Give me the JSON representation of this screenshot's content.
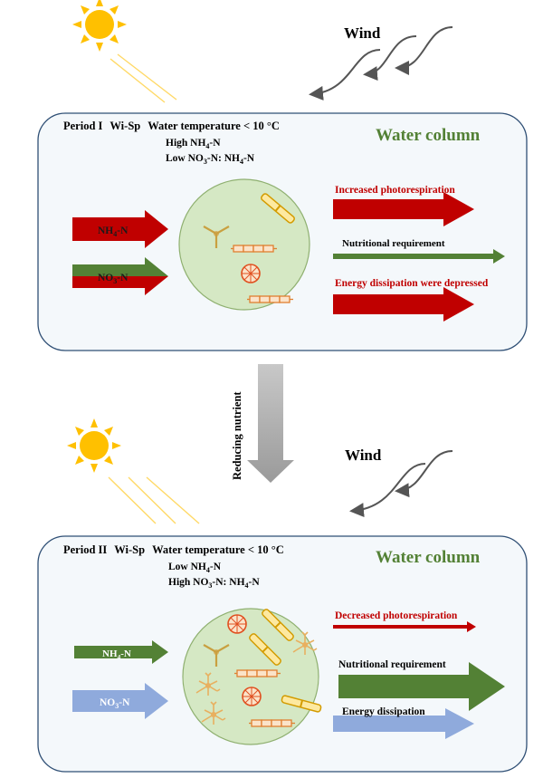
{
  "top": {
    "wind_label": "Wind",
    "period": "Period I",
    "season": "Wi-Sp",
    "temperature": "Water temperature < 10 °C",
    "cond1": {
      "pre": "High NH",
      "sub": "4",
      "post": "-N"
    },
    "cond2": {
      "pre": "Low NO",
      "sub1": "3",
      "mid": "-N: NH",
      "sub2": "4",
      "post": "-N"
    },
    "column_title": "Water column",
    "nh4_label": {
      "pre": "NH",
      "sub": "4",
      "post": "-N"
    },
    "no3_label": {
      "pre": "NO",
      "sub": "3",
      "post": "-N"
    },
    "out1": "Increased photorespiration",
    "out2": "Nutritional requirement",
    "out3": "Energy dissipation were depressed"
  },
  "transition": {
    "label": "Reducing nutrient"
  },
  "bottom": {
    "wind_label": "Wind",
    "period": "Period II",
    "season": "Wi-Sp",
    "temperature": "Water temperature < 10 °C",
    "cond1": {
      "pre": "Low NH",
      "sub": "4",
      "post": "-N"
    },
    "cond2": {
      "pre": "High NO",
      "sub1": "3",
      "mid": "-N: NH",
      "sub2": "4",
      "post": "-N"
    },
    "column_title": "Water column",
    "nh4_label": {
      "pre": "NH",
      "sub": "4",
      "post": "-N"
    },
    "no3_label": {
      "pre": "NO",
      "sub": "3",
      "post": "-N"
    },
    "out1": "Decreased photorespiration",
    "out2": "Nutritional requirement",
    "out3": "Energy dissipation"
  },
  "colors": {
    "red": "#c00000",
    "green": "#538135",
    "blue": "#8faadc",
    "panel_fill": "#f4f8fb",
    "panel_stroke": "#2f4f75",
    "cell_fill": "#d5e8c4",
    "diatom": "#e08030",
    "sun": "#ffc000"
  }
}
